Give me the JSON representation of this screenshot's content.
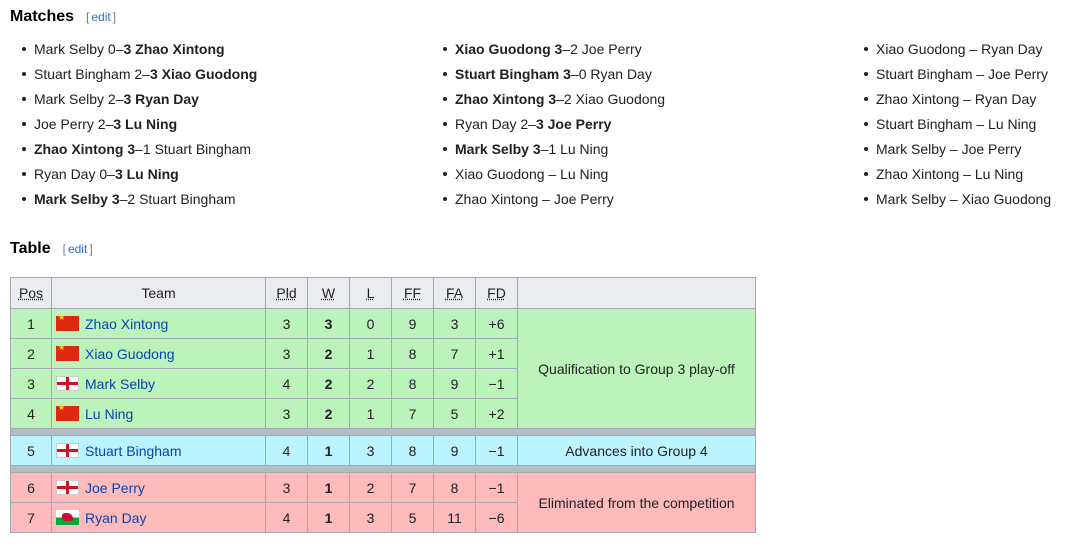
{
  "matches_section": {
    "title": "Matches",
    "edit": "edit"
  },
  "table_section": {
    "title": "Table",
    "edit": "edit"
  },
  "matches": {
    "col1": [
      [
        {
          "t": "Mark Selby 0–",
          "b": false
        },
        {
          "t": "3 Zhao Xintong",
          "b": true
        }
      ],
      [
        {
          "t": "Stuart Bingham 2–",
          "b": false
        },
        {
          "t": "3 Xiao Guodong",
          "b": true
        }
      ],
      [
        {
          "t": "Mark Selby 2–",
          "b": false
        },
        {
          "t": "3 Ryan Day",
          "b": true
        }
      ],
      [
        {
          "t": "Joe Perry 2–",
          "b": false
        },
        {
          "t": "3 Lu Ning",
          "b": true
        }
      ],
      [
        {
          "t": "Zhao Xintong 3",
          "b": true
        },
        {
          "t": "–1 Stuart Bingham",
          "b": false
        }
      ],
      [
        {
          "t": "Ryan Day 0–",
          "b": false
        },
        {
          "t": "3 Lu Ning",
          "b": true
        }
      ],
      [
        {
          "t": "Mark Selby 3",
          "b": true
        },
        {
          "t": "–2 Stuart Bingham",
          "b": false
        }
      ]
    ],
    "col2": [
      [
        {
          "t": "Xiao Guodong 3",
          "b": true
        },
        {
          "t": "–2 Joe Perry",
          "b": false
        }
      ],
      [
        {
          "t": "Stuart Bingham 3",
          "b": true
        },
        {
          "t": "–0 Ryan Day",
          "b": false
        }
      ],
      [
        {
          "t": "Zhao Xintong 3",
          "b": true
        },
        {
          "t": "–2 Xiao Guodong",
          "b": false
        }
      ],
      [
        {
          "t": "Ryan Day 2–",
          "b": false
        },
        {
          "t": "3 Joe Perry",
          "b": true
        }
      ],
      [
        {
          "t": "Mark Selby 3",
          "b": true
        },
        {
          "t": "–1 Lu Ning",
          "b": false
        }
      ],
      [
        {
          "t": "Xiao Guodong – Lu Ning",
          "b": false
        }
      ],
      [
        {
          "t": "Zhao Xintong – Joe Perry",
          "b": false
        }
      ]
    ],
    "col3": [
      [
        {
          "t": "Xiao Guodong – Ryan Day",
          "b": false
        }
      ],
      [
        {
          "t": "Stuart Bingham – Joe Perry",
          "b": false
        }
      ],
      [
        {
          "t": "Zhao Xintong – Ryan Day",
          "b": false
        }
      ],
      [
        {
          "t": "Stuart Bingham – Lu Ning",
          "b": false
        }
      ],
      [
        {
          "t": "Mark Selby – Joe Perry",
          "b": false
        }
      ],
      [
        {
          "t": "Zhao Xintong – Lu Ning",
          "b": false
        }
      ],
      [
        {
          "t": "Mark Selby – Xiao Guodong",
          "b": false
        }
      ]
    ]
  },
  "table": {
    "headers": {
      "pos": "Pos",
      "team": "Team",
      "pld": "Pld",
      "w": "W",
      "l": "L",
      "ff": "FF",
      "fa": "FA",
      "fd": "FD"
    },
    "rows": [
      {
        "pos": "1",
        "team": "Zhao Xintong",
        "flag": "china",
        "pld": "3",
        "w": "3",
        "l": "0",
        "ff": "9",
        "fa": "3",
        "fd": "+6"
      },
      {
        "pos": "2",
        "team": "Xiao Guodong",
        "flag": "china",
        "pld": "3",
        "w": "2",
        "l": "1",
        "ff": "8",
        "fa": "7",
        "fd": "+1"
      },
      {
        "pos": "3",
        "team": "Mark Selby",
        "flag": "england",
        "pld": "4",
        "w": "2",
        "l": "2",
        "ff": "8",
        "fa": "9",
        "fd": "−1"
      },
      {
        "pos": "4",
        "team": "Lu Ning",
        "flag": "china",
        "pld": "3",
        "w": "2",
        "l": "1",
        "ff": "7",
        "fa": "5",
        "fd": "+2"
      },
      {
        "pos": "5",
        "team": "Stuart Bingham",
        "flag": "england",
        "pld": "4",
        "w": "1",
        "l": "3",
        "ff": "8",
        "fa": "9",
        "fd": "−1"
      },
      {
        "pos": "6",
        "team": "Joe Perry",
        "flag": "england",
        "pld": "3",
        "w": "1",
        "l": "2",
        "ff": "7",
        "fa": "8",
        "fd": "−1"
      },
      {
        "pos": "7",
        "team": "Ryan Day",
        "flag": "wales",
        "pld": "4",
        "w": "1",
        "l": "3",
        "ff": "5",
        "fa": "11",
        "fd": "−6"
      }
    ],
    "notes": {
      "qualification": "Qualification to Group 3 play-off",
      "advances": "Advances into Group 4",
      "eliminated": "Eliminated from the competition"
    }
  },
  "colors": {
    "qualify": "#bbf3bb",
    "advance": "#bbf3ff",
    "eliminated": "#ffbbbb",
    "link": "#0645ad"
  }
}
